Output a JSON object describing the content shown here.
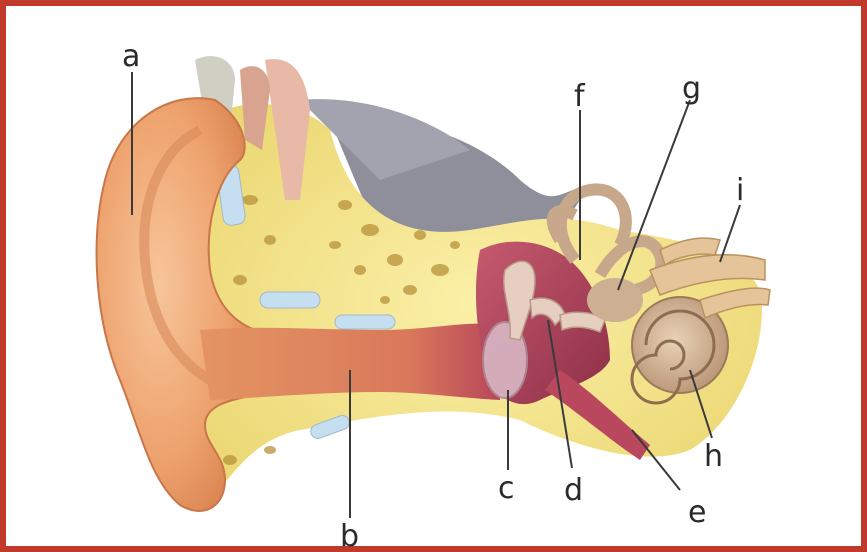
{
  "diagram": {
    "frame_color": "#c0392b",
    "labels": {
      "a": "a",
      "b": "b",
      "c": "c",
      "d": "d",
      "e": "e",
      "f": "f",
      "g": "g",
      "h": "h",
      "i": "i"
    }
  }
}
